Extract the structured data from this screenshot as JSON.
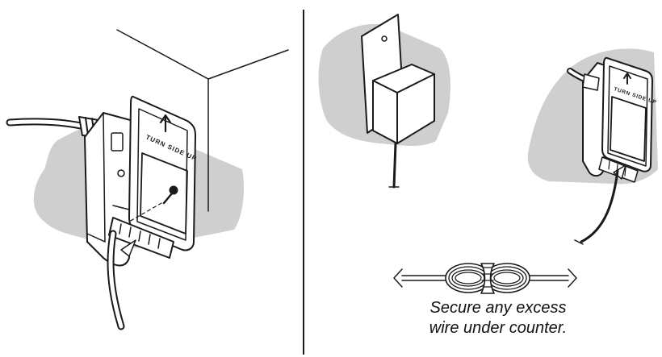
{
  "left_panel": {
    "box_lid_label": "TURN SIDE UP"
  },
  "right_panel": {
    "box_lid_label": "TURN SIDE UP",
    "caption": {
      "line1": "Secure any excess",
      "line2": "wire under counter."
    }
  },
  "colors": {
    "line": "#1a1a1a",
    "wall_shadow": "#cfcfcf",
    "background": "#ffffff"
  }
}
